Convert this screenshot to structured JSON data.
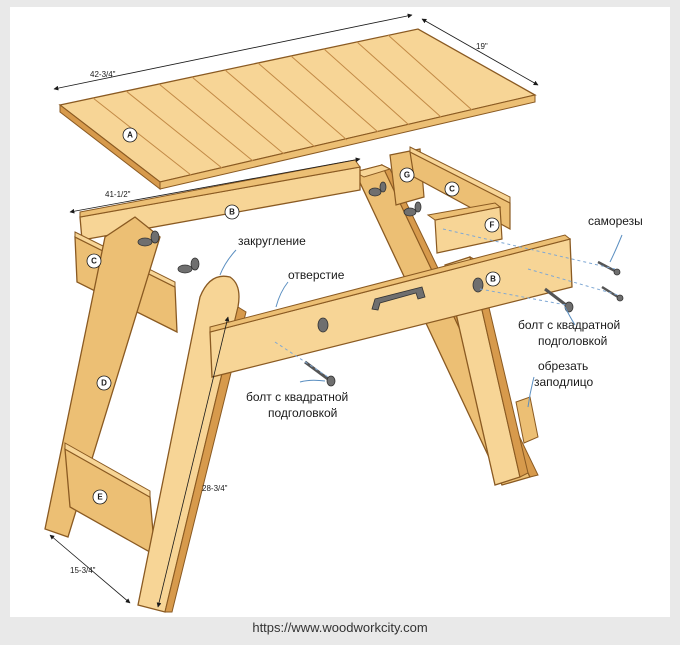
{
  "colors": {
    "wood_light": "#f7d596",
    "wood_mid": "#ecbf74",
    "wood_dark": "#d79a4c",
    "outline": "#8a5a22",
    "metal": "#6f6f6f",
    "leader": "#5b8fc1"
  },
  "dimensions": {
    "top_length": "42-3/4\"",
    "top_width": "19\"",
    "apron_length": "41-1/2\"",
    "leg_height": "28-3/4\"",
    "foot_width": "15-3/4\""
  },
  "parts": {
    "a": "A",
    "b_back": "B",
    "b_front": "B",
    "c_left": "C",
    "c_right": "C",
    "d": "D",
    "e": "E",
    "f": "F",
    "g": "G"
  },
  "callouts": {
    "rounding": "закругление",
    "hole": "отверстие",
    "carriage_bolt_left_1": "болт с квадратной",
    "carriage_bolt_left_2": "подголовкой",
    "screws": "саморезы",
    "carriage_bolt_right_1": "болт с квадратной",
    "carriage_bolt_right_2": "подголовкой",
    "trim_1": "обрезать",
    "trim_2": "заподлицо"
  },
  "footer": {
    "url": "https://www.woodworkcity.com"
  }
}
